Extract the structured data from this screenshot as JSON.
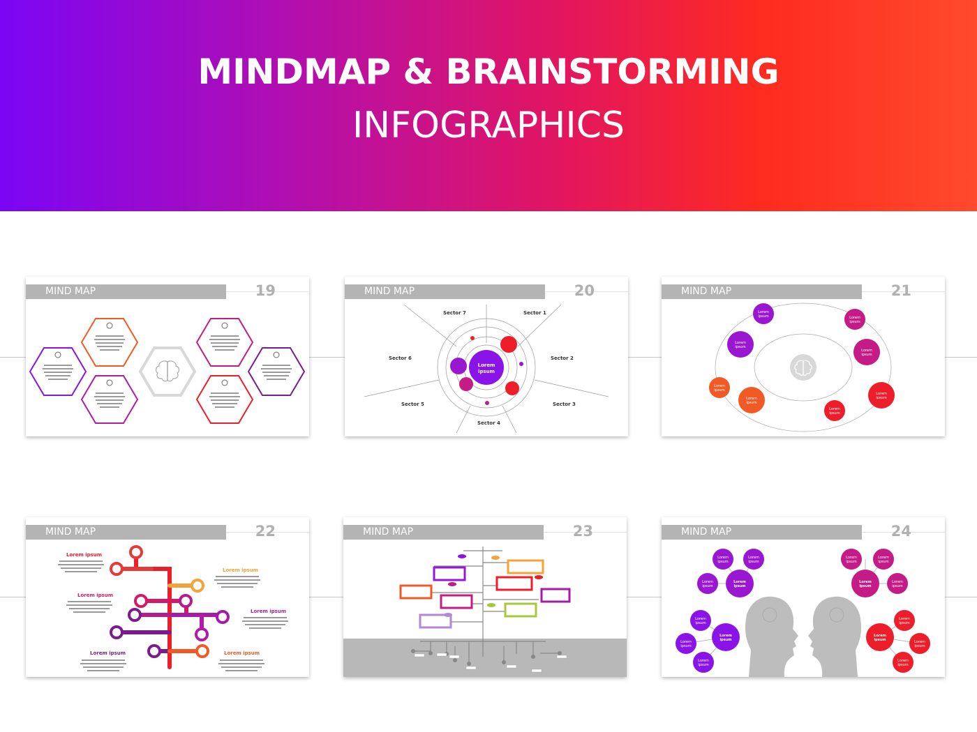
{
  "banner": {
    "title": "MINDMAP & BRAINSTORMING",
    "subtitle": "INFOGRAPHICS",
    "gradient": [
      "#7b05f5",
      "#b30fae",
      "#e3165e",
      "#fe2b1f",
      "#ff4a2c"
    ]
  },
  "colors": {
    "purple": "#8a14e8",
    "magenta": "#c41b86",
    "red": "#ee1d2a",
    "orange": "#f25a25",
    "gray": "#b4b4b4"
  },
  "slides": [
    {
      "header": "MIND MAP",
      "number": "19"
    },
    {
      "header": "MIND MAP",
      "number": "20",
      "sectors": [
        "Sector 7",
        "Sector 1",
        "Sector 6",
        "Sector 2",
        "Sector 5",
        "Sector 3",
        "Sector 4"
      ],
      "center": "Lorem ipsum"
    },
    {
      "header": "MIND MAP",
      "number": "21",
      "node_text": "Lorem ipsum"
    },
    {
      "header": "MIND MAP",
      "number": "22",
      "captions": [
        "Lorem ipsum",
        "Lorem ipsum",
        "Lorem ipsum",
        "Lorem ipsum",
        "Lorem ipsum",
        "Lorem ipsum"
      ]
    },
    {
      "header": "MIND MAP",
      "number": "23"
    },
    {
      "header": "MIND MAP",
      "number": "24",
      "node_text": "Lorem ipsum"
    }
  ]
}
